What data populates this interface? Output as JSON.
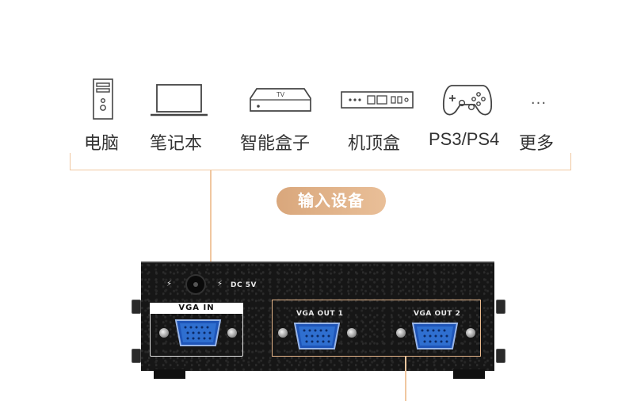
{
  "devices": [
    {
      "label": "电脑",
      "icon": "desktop-pc-icon"
    },
    {
      "label": "笔记本",
      "icon": "laptop-icon"
    },
    {
      "label": "智能盒子",
      "icon": "tv-box-icon",
      "icon_text": "TV"
    },
    {
      "label": "机顶盒",
      "icon": "set-top-box-icon"
    },
    {
      "label": "PS3/PS4",
      "icon": "gamepad-icon"
    },
    {
      "label": "更多",
      "icon": "ellipsis-icon",
      "icon_text": "···"
    }
  ],
  "input_badge": "输入设备",
  "panel": {
    "dc_label": "DC 5V",
    "vga_in_label": "VGA IN",
    "vga_out_1_label": "VGA OUT 1",
    "vga_out_2_label": "VGA OUT 2"
  },
  "colors": {
    "accent": "#e9bf98",
    "line": "#f0c7a0",
    "port_blue": "#2f6fd0",
    "panel": "#161616"
  }
}
